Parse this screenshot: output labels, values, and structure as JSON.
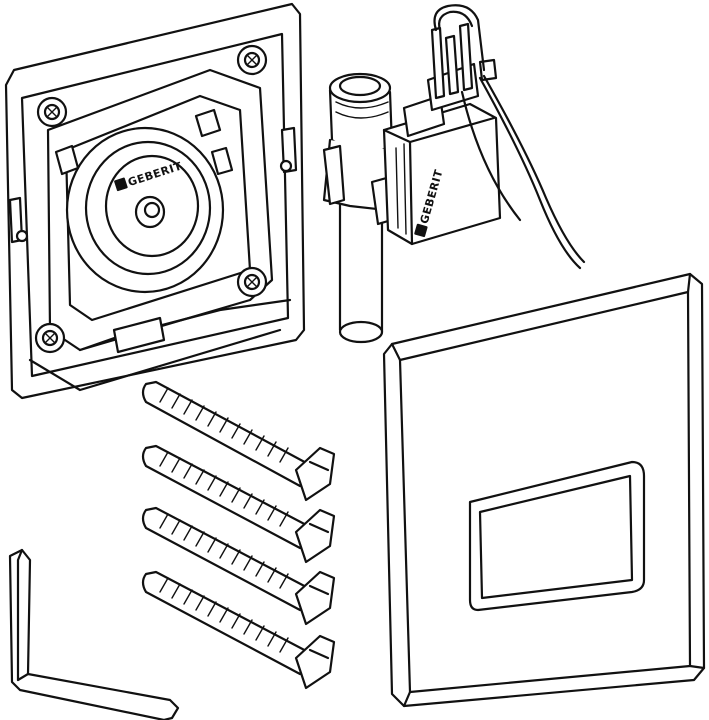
{
  "logo": {
    "brand_text_plate": "GEBERIT",
    "brand_text_module": "GEBERIT"
  },
  "colors": {
    "line": "#111111",
    "fill": "#ffffff"
  },
  "parts": [
    "mounting-plate",
    "electronic-valve-module",
    "cover-plate",
    "fixing-screws",
    "allen-key"
  ]
}
